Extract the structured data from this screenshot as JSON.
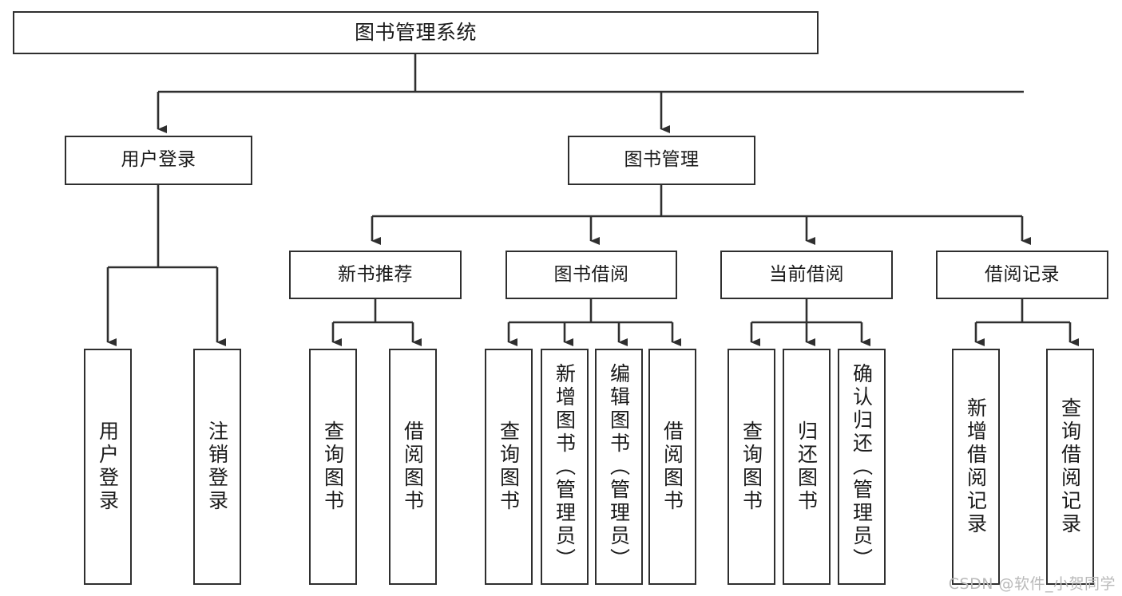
{
  "diagram": {
    "title": "图书管理系统",
    "watermark": "CSDN @软件_小贺同学",
    "line_color": "#2f2f2f",
    "box_fill": "#ffffff",
    "text_color": "#1a1a1a",
    "watermark_color": "#b9b9b9"
  },
  "nodes": {
    "root": {
      "label": "图书管理系统"
    },
    "level2": [
      {
        "label": "用户登录"
      },
      {
        "label": "图书管理"
      }
    ],
    "level3": [
      {
        "label": "新书推荐"
      },
      {
        "label": "图书借阅"
      },
      {
        "label": "当前借阅"
      },
      {
        "label": "借阅记录"
      }
    ],
    "leaves": {
      "user_login": [
        {
          "label": "用户登录"
        },
        {
          "label": "注销登录"
        }
      ],
      "new_book": [
        {
          "label": "查询图书"
        },
        {
          "label": "借阅图书"
        }
      ],
      "book_borrow": [
        {
          "label": "查询图书"
        },
        {
          "label": "新增图书（管理员）"
        },
        {
          "label": "编辑图书（管理员）"
        },
        {
          "label": "借阅图书"
        }
      ],
      "current_borrow": [
        {
          "label": "查询图书"
        },
        {
          "label": "归还图书"
        },
        {
          "label": "确认归还（管理员）"
        }
      ],
      "borrow_record": [
        {
          "label": "新增借阅记录"
        },
        {
          "label": "查询借阅记录"
        }
      ]
    }
  }
}
